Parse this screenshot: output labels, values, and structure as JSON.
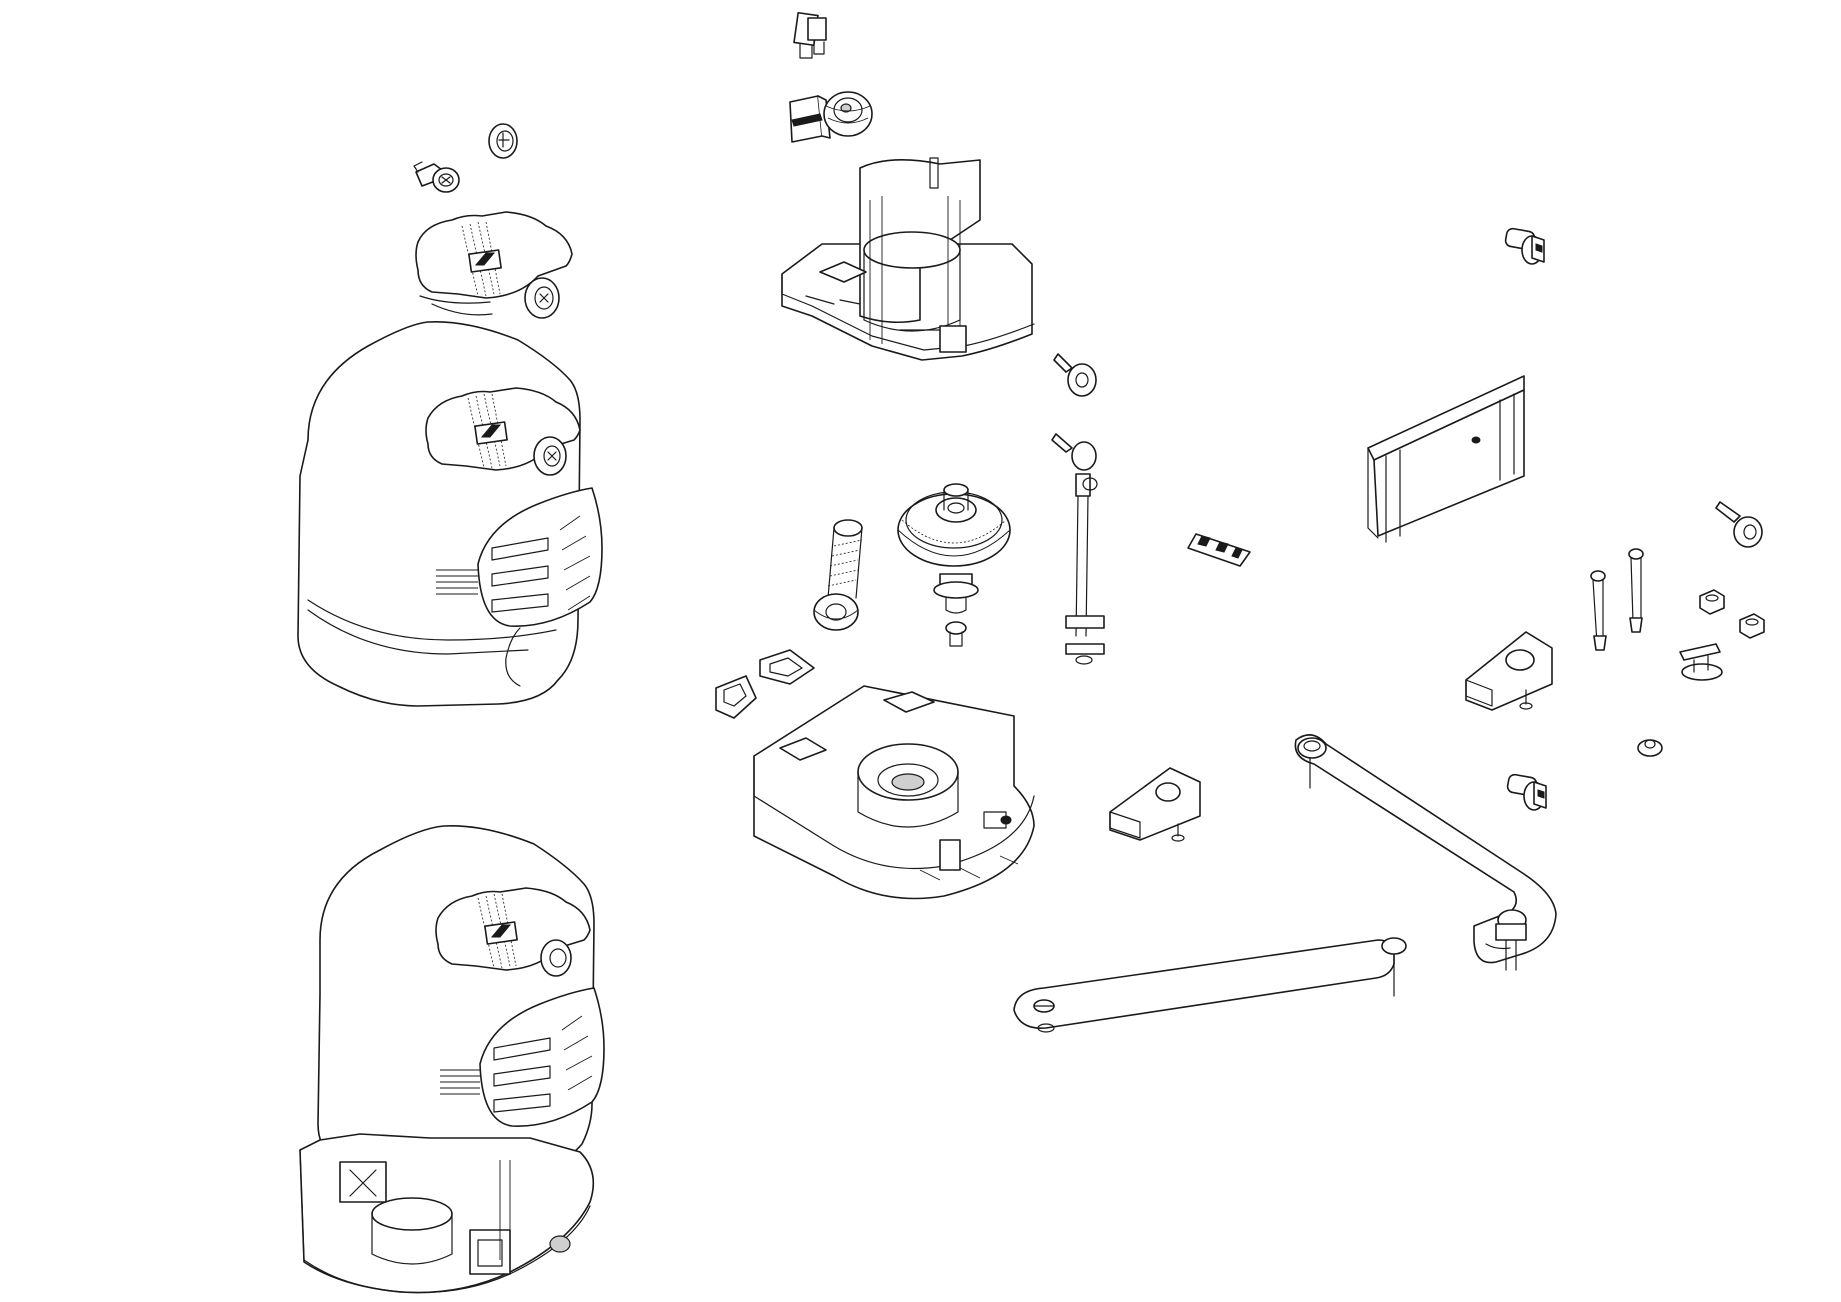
{
  "diagram": {
    "type": "exploded-parts-view",
    "line_color": "#1a1a1a",
    "background": "#ffffff",
    "parts": [
      "cover-lock-cylinder",
      "lock-cap",
      "cover-release-knob",
      "upper-cover-housing",
      "assembled-operator",
      "motor-terminal-connector",
      "motor-capacitor",
      "motor-winding-bobbin",
      "motor-with-upper-frame",
      "output-gear",
      "worm-drive-shaft",
      "gasket-pair",
      "gearbox-base",
      "wing-nut-upper",
      "tie-rod-assembly",
      "limit-switch-board",
      "release-key-top",
      "mounting-bracket-plate",
      "wing-nut-right",
      "long-bolts",
      "small-nuts",
      "bracket-block-right",
      "release-lever",
      "washer",
      "release-key-bottom",
      "bracket-block-center",
      "curved-arm",
      "straight-arm"
    ]
  }
}
